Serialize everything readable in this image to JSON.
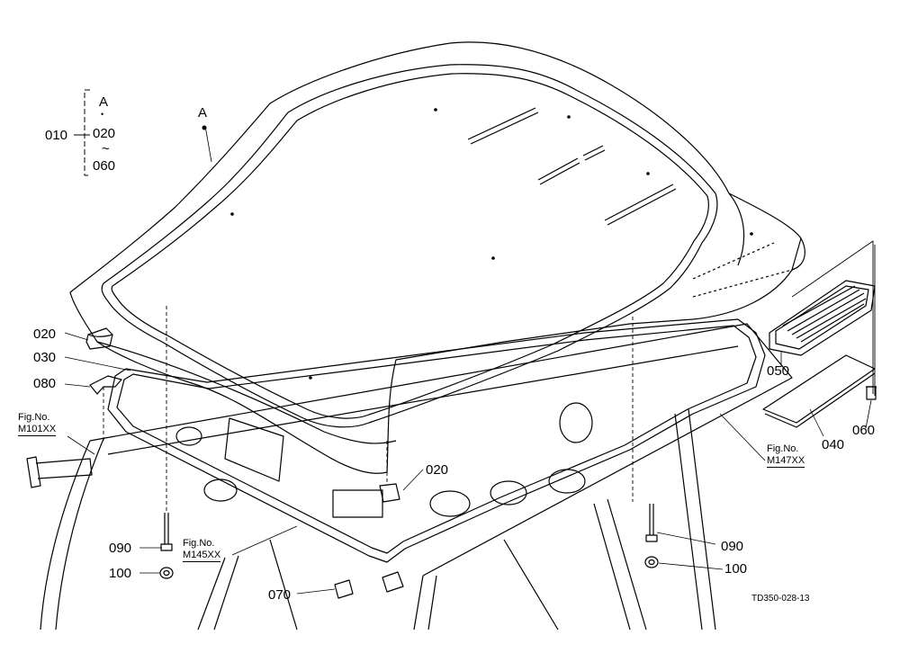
{
  "group": {
    "part": "010",
    "top": "A",
    "dot": "•",
    "from": "020",
    "tilde": "~",
    "to": "060"
  },
  "callouts": {
    "ref_a": "A",
    "p020_left": "020",
    "p030": "030",
    "p080": "080",
    "p020_center": "020",
    "p050": "050",
    "p040": "040",
    "p060": "060",
    "p090_left": "090",
    "p100_left": "100",
    "p090_right": "090",
    "p100_right": "100",
    "p070": "070"
  },
  "figrefs": {
    "m101": {
      "line1": "Fig.No.",
      "line2": "M101XX"
    },
    "m145": {
      "line1": "Fig.No.",
      "line2": "M145XX"
    },
    "m147": {
      "line1": "Fig.No.",
      "line2": "M147XX"
    }
  },
  "drawing_code": "TD350-028-13"
}
